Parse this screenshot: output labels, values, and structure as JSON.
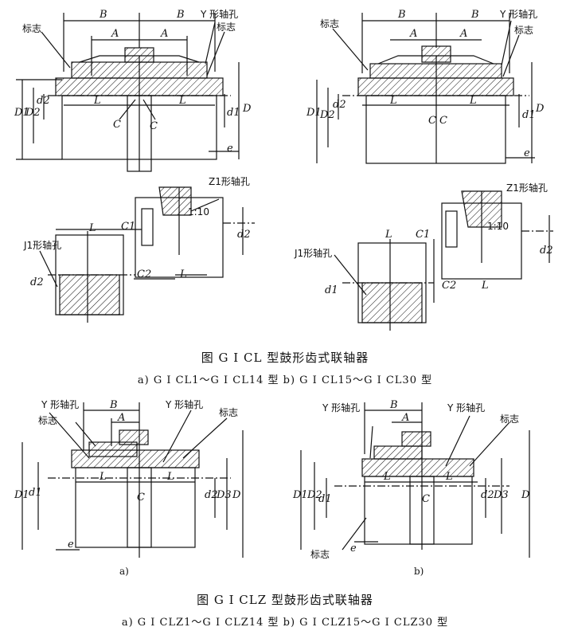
{
  "captions": {
    "fig1_title": "图  G Ⅰ CL 型鼓形齿式联轴器",
    "fig1_sub": "a) G Ⅰ CL1～G Ⅰ CL14 型   b) G Ⅰ CL15～G Ⅰ CL30 型",
    "fig2_title": "图  G Ⅰ CLZ 型鼓形齿式联轴器",
    "fig2_sub": "a) G Ⅰ CLZ1～G Ⅰ CLZ14 型   b) G Ⅰ CLZ15～G Ⅰ CLZ30 型",
    "sub_a": "a)",
    "sub_b": "b)"
  },
  "labels": {
    "B": "B",
    "A": "A",
    "L": "L",
    "C": "C",
    "e": "e",
    "D": "D",
    "D1": "D1",
    "D2": "D2",
    "D3": "D3",
    "d1": "d1",
    "d2": "d2",
    "C1": "C1",
    "C2": "C2",
    "mark": "标志",
    "y_hole": "Y 形轴孔",
    "z1_hole": "Z1形轴孔",
    "j1_hole": "J1形轴孔",
    "taper": "1:10"
  }
}
